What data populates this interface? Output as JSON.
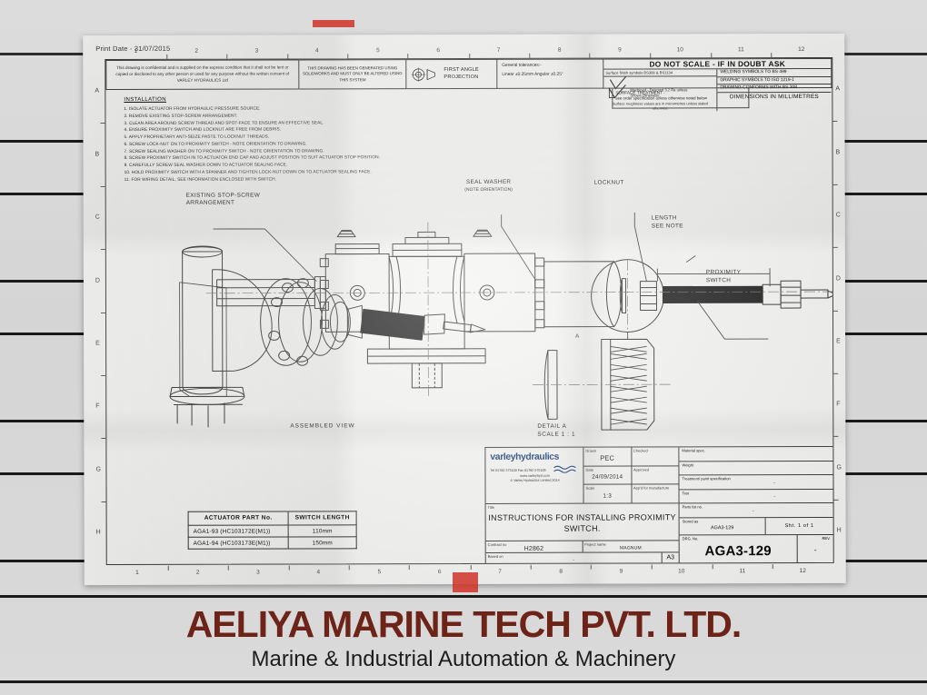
{
  "backdrop": {
    "watermark_title": "AELIYA MARINE TECH PVT. LTD.",
    "watermark_subtitle": "Marine & Industrial Automation & Machinery",
    "title_color": "#6d2318",
    "subtitle_color": "#1d1d1d"
  },
  "banner": {
    "title": "AELIYA MARINE TECH PVT. LTD.",
    "subtitle": "Marine & Industrial Automation & Machinery"
  },
  "sheet": {
    "print_date": "Print Date - 31/07/2015",
    "column_labels": [
      "1",
      "2",
      "3",
      "4",
      "5",
      "6",
      "7",
      "8",
      "9",
      "10",
      "11",
      "12"
    ],
    "row_labels": [
      "A",
      "B",
      "C",
      "D",
      "E",
      "F",
      "G",
      "H"
    ]
  },
  "header": {
    "confidential": "This drawing is confidential and is supplied on the express condition that it shall not be lent or copied or disclosed to any other person or used for any purpose without the written consent of VARLEY HYDRAULICS Ltd",
    "solidworks": "THIS DRAWING HAS BEEN GENERATED USING SOLIDWORKS AND MUST ONLY BE ALTERED USING THIS SYSTEM",
    "projection_label": "FIRST ANGLE PROJECTION",
    "tolerances_title": "General tolerances:-",
    "tolerances_value": "Linear ±0.25mm    Angular ±0.25°",
    "do_not_scale": "DO NOT SCALE  -  IF IN DOUBT ASK",
    "surface_symbols": "Surface finish symbols BS308 & BS1134",
    "machined_note": "Machined - Denoted 3.2 Ra unless Shown Otherwise",
    "roughness_note": "Surface roughness values are in micrometres unless stated otherwise",
    "welding": "WELDING SYMBOLS TO BS 499",
    "graphic_symbols": "GRAPHIC SYMBOLS TO ISO 1219-1",
    "conforms": "DRAWING CONFORMS WITH BS 308",
    "dimensions": "DIMENSIONS IN MILLIMETRES",
    "surface_treatment_title": "SURFACE TREATMENT -",
    "surface_treatment_body": "see order specification unless otherwise noted below"
  },
  "installation": {
    "heading": "INSTALLATION",
    "steps": [
      "1. ISOLATE ACTUATOR FROM HYDRAULIC PRESSURE SOURCE.",
      "2. REMOVE EXISTING STOP-SCREW ARRANGEMENT.",
      "3. CLEAN AREA AROUND SCREW THREAD AND SPOT-FACE TO ENSURE AN EFFECTIVE SEAL.",
      "4. ENSURE PROXIMITY SWITCH AND LOCKNUT ARE FREE FROM DEBRIS.",
      "5. APPLY PROPRIETARY ANTI-SEIZE PASTE TO LOCKNUT THREADS.",
      "6. SCREW LOCK-NUT ON TO PROXIMITY SWITCH - NOTE ORIENTATION TO DRAWING.",
      "7. SCREW SEALING WASHER ON TO PROXIMITY SWITCH - NOTE ORIENTATION TO DRAWING.",
      "8. SCREW PROXIMITY SWITCH IN TO ACTUATOR END CAP AND ADJUST POSITION TO SUIT ACTUATOR STOP POSITION.",
      "9. CAREFULLY SCREW SEAL WASHER DOWN TO ACTUATOR SEALING FACE.",
      "10. HOLD PROXIMITY SWITCH WITH A SPANNER AND TIGHTEN LOCK-NUT DOWN ON TO ACTUATOR SEALING FACE.",
      "11. FOR WIRING DETAIL, SEE INFORMATION ENCLOSED WITH SWITCH."
    ]
  },
  "callouts": {
    "stop_screw": "EXISTING STOP-SCREW ARRANGEMENT",
    "seal_washer": "SEAL WASHER",
    "seal_washer_note": "(NOTE ORIENTATION)",
    "locknut": "LOCKNUT",
    "length": "LENGTH",
    "see_note": "SEE NOTE",
    "proximity_switch": "PROXIMITY SWITCH",
    "assembled_view": "ASSEMBLED VIEW",
    "detail_a": "DETAIL A",
    "detail_scale": "SCALE 1 : 1",
    "detail_marker": "A"
  },
  "parts_table": {
    "headers": [
      "ACTUATOR PART No.",
      "SWITCH LENGTH"
    ],
    "rows": [
      [
        "AGA1-93 (HC103172E(M1))",
        "110mm"
      ],
      [
        "AGA1-94 (HC103173E(M1))",
        "150mm"
      ]
    ]
  },
  "title_block": {
    "company_logo_a": "varley",
    "company_logo_b": "hydraulics",
    "company_contact": "Tel 01782 575100    Fax 01782 575109",
    "company_web": "www.varleyhyd.com",
    "company_copyright": "© Varley Hydraulics Limited 2014",
    "drawn_label": "Drawn",
    "drawn_value": "PEC",
    "date_label": "Date",
    "date_value": "24/09/2014",
    "scale_label": "Scale",
    "scale_value": "1:3",
    "checked_label": "Checked",
    "checked_value": "",
    "approved_label": "Approved",
    "approved_value": "",
    "appd_label": "App'd for manufacture",
    "appd_value": "",
    "title_label": "Title",
    "title_value": "INSTRUCTIONS FOR INSTALLING PROXIMITY SWITCH.",
    "contract_label": "Contract no",
    "contract_value": "H2862",
    "project_label": "Project name",
    "project_value": "MAGNUM",
    "based_on_label": "Based on",
    "based_on_value": "-",
    "sheet_size": "A3",
    "material_label": "Material spec.",
    "material_value": "",
    "weight_label": "Weight",
    "weight_value": "",
    "treatment_label": "Treatment/ paint specification",
    "treatment_value": "-",
    "test_label": "Test",
    "test_value": "-",
    "parts_list_label": "Parts list no.",
    "parts_list_value": "-",
    "stored_label": "Stored as",
    "stored_value": "AGA3-129",
    "sheet_of": "Sht.  1  of  1",
    "drg_label": "DRG. No.",
    "drg_value": "AGA3-129",
    "rev_label": "REV.",
    "rev_value": "-"
  }
}
